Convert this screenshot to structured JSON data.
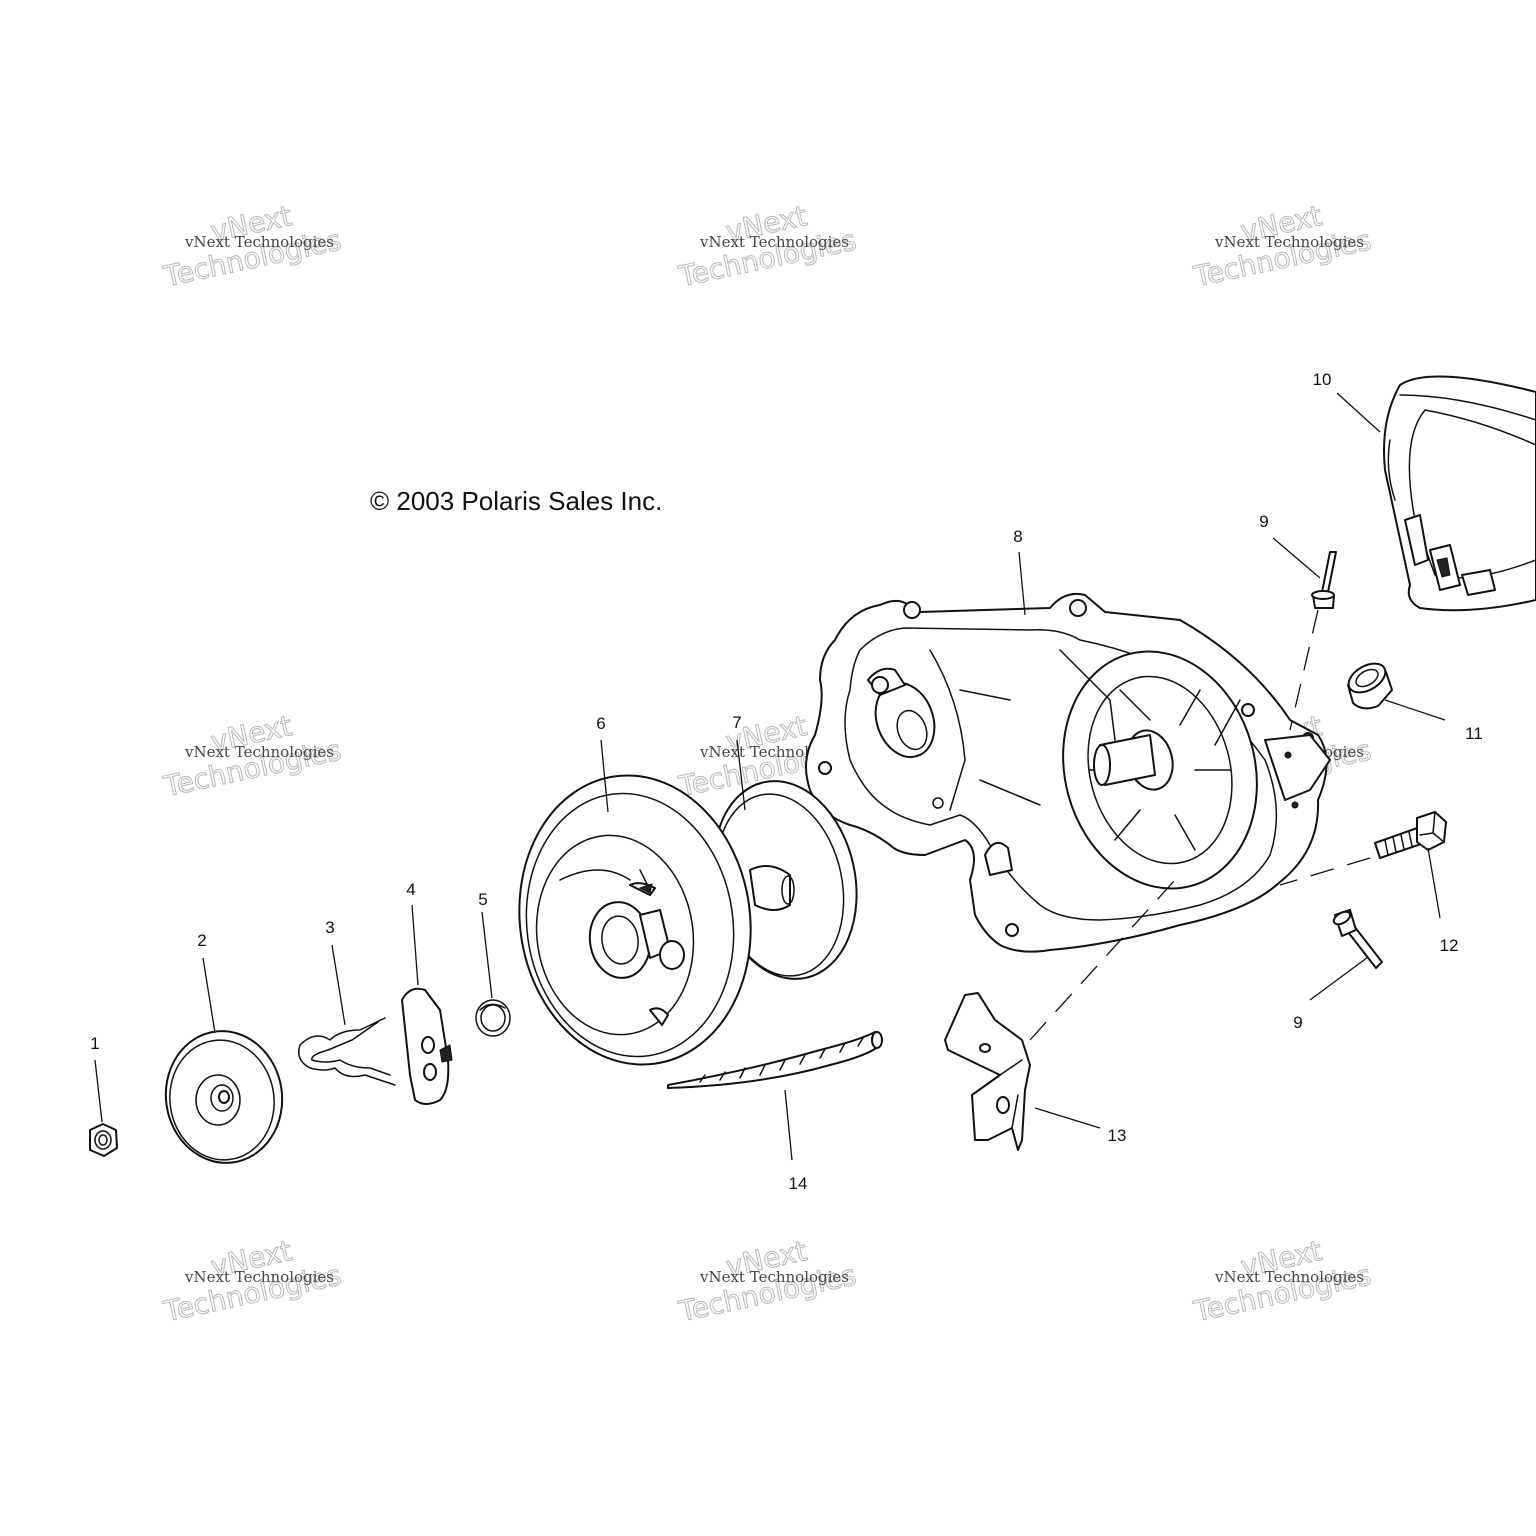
{
  "copyright": "© 2003 Polaris Sales Inc.",
  "watermark": {
    "small": "vNext Technologies",
    "big_line1": "vNext",
    "big_line2": "Technologies"
  },
  "callouts": [
    "1",
    "2",
    "3",
    "4",
    "5",
    "6",
    "7",
    "8",
    "9",
    "10",
    "11",
    "12",
    "9",
    "13",
    "14"
  ],
  "colors": {
    "line": "#111111",
    "background": "#ffffff",
    "watermark": "#b8b8b8"
  }
}
